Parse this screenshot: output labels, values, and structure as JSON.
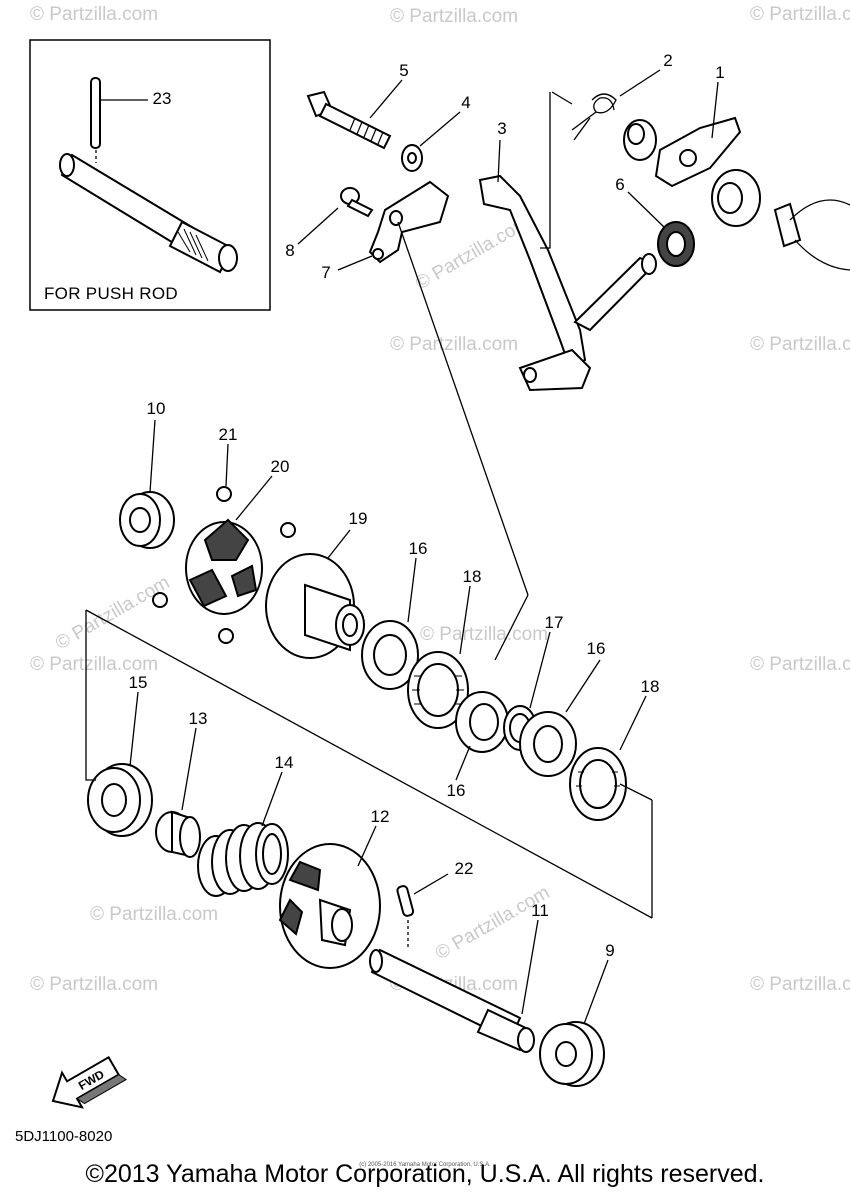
{
  "watermark": "© Partzilla.com",
  "inset": {
    "caption": "FOR PUSH ROD"
  },
  "callouts": [
    {
      "id": "c1",
      "text": "1"
    },
    {
      "id": "c2",
      "text": "2"
    },
    {
      "id": "c3",
      "text": "3"
    },
    {
      "id": "c4",
      "text": "4"
    },
    {
      "id": "c5",
      "text": "5"
    },
    {
      "id": "c6",
      "text": "6"
    },
    {
      "id": "c7",
      "text": "7"
    },
    {
      "id": "c8",
      "text": "8"
    },
    {
      "id": "c9",
      "text": "9"
    },
    {
      "id": "c10",
      "text": "10"
    },
    {
      "id": "c11",
      "text": "11"
    },
    {
      "id": "c12",
      "text": "12"
    },
    {
      "id": "c13",
      "text": "13"
    },
    {
      "id": "c14",
      "text": "14"
    },
    {
      "id": "c15",
      "text": "15"
    },
    {
      "id": "c16a",
      "text": "16"
    },
    {
      "id": "c16b",
      "text": "16"
    },
    {
      "id": "c16c",
      "text": "16"
    },
    {
      "id": "c17",
      "text": "17"
    },
    {
      "id": "c18a",
      "text": "18"
    },
    {
      "id": "c18b",
      "text": "18"
    },
    {
      "id": "c19",
      "text": "19"
    },
    {
      "id": "c20",
      "text": "20"
    },
    {
      "id": "c21",
      "text": "21"
    },
    {
      "id": "c22",
      "text": "22"
    },
    {
      "id": "c23",
      "text": "23"
    }
  ],
  "fwd_label": "FWD",
  "drawing_code": "5DJ1100-8020",
  "copyright_small": "(c) 2005-2016 Yamaha Motor Corporation, U.S.A.",
  "copyright": "©2013 Yamaha Motor Corporation, U.S.A. All rights reserved."
}
